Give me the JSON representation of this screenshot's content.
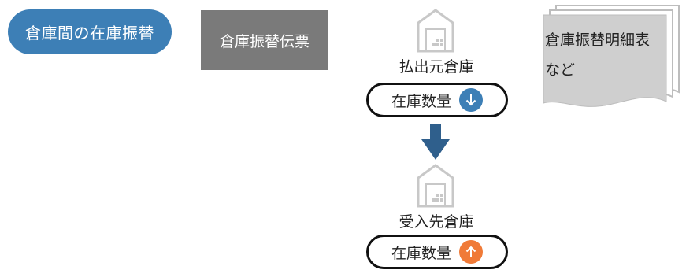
{
  "title_pill": {
    "label": "倉庫間の在庫振替"
  },
  "transfer_slip": {
    "label": "倉庫振替伝票"
  },
  "details_doc": {
    "line1": "倉庫振替明細表",
    "line2": "など"
  },
  "from_warehouse": {
    "label": "払出元倉庫",
    "stock_label": "在庫数量",
    "direction": "down",
    "direction_color": "#3d7fb6"
  },
  "to_warehouse": {
    "label": "受入先倉庫",
    "stock_label": "在庫数量",
    "direction": "up",
    "direction_color": "#f07a37"
  },
  "flow_arrow": {
    "direction": "down",
    "color": "#2f5f8c"
  },
  "colors": {
    "title_pill": "#3d7fb6",
    "slip": "#7a7a7a",
    "document": "#cfcfcf",
    "warehouse_icon": "#c8c8c8"
  }
}
